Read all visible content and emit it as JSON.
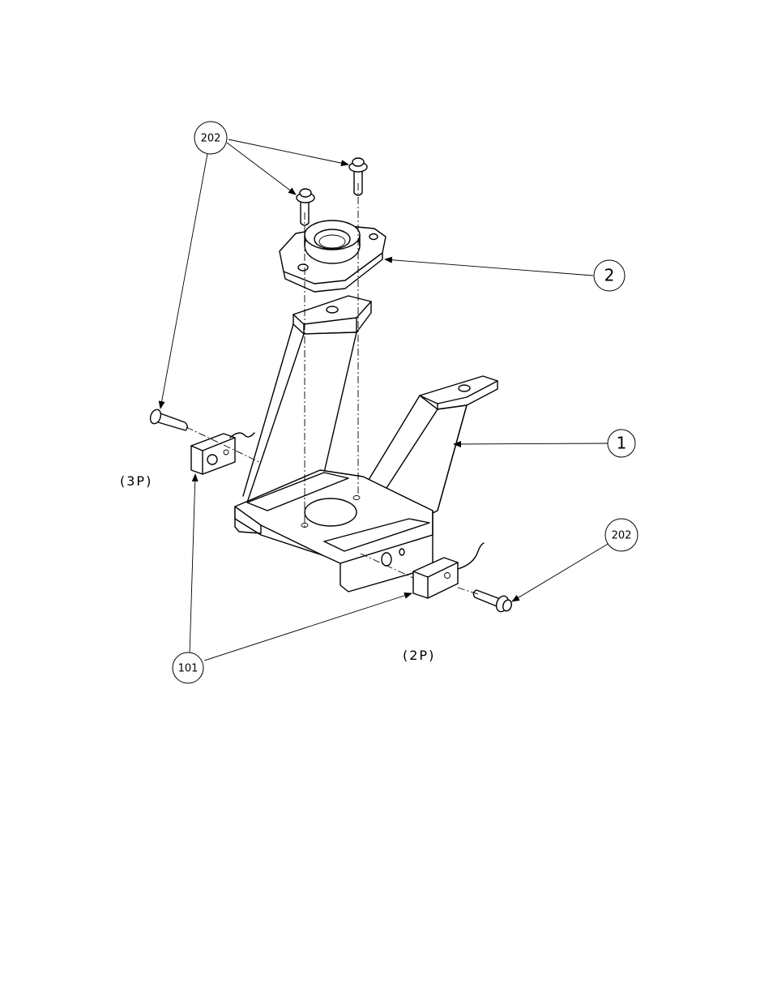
{
  "callouts": {
    "screw_top": "202",
    "flange": "2",
    "bracket": "1",
    "screw_right": "202",
    "sensor": "101"
  },
  "labels": {
    "left_sensor": "(3P)",
    "right_sensor": "(2P)"
  }
}
